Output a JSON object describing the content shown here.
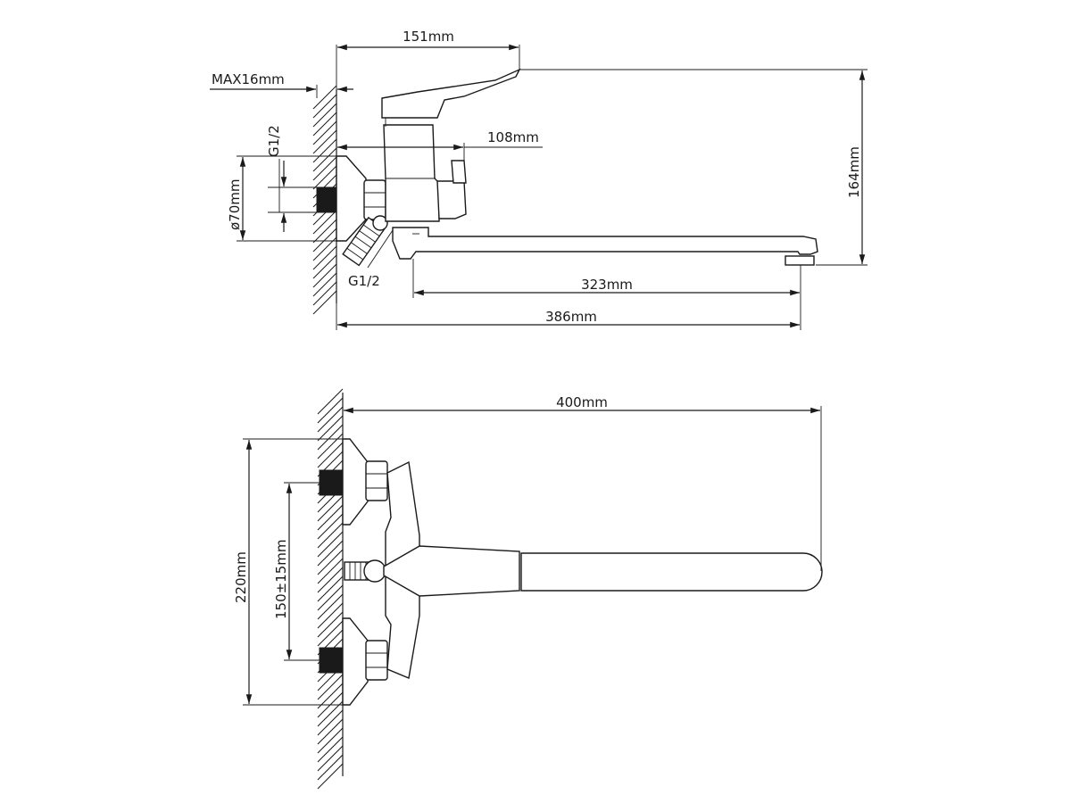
{
  "side_view": {
    "dim_width_top": "151mm",
    "dim_max_thickness": "MAX16mm",
    "dim_thread_inlet": "G1/2",
    "dim_flange_dia": "ø70mm",
    "dim_handle_reach": "108mm",
    "dim_height": "164mm",
    "dim_thread_hose": "G1/2",
    "dim_spout_reach": "323mm",
    "dim_total_reach": "386mm"
  },
  "top_view": {
    "dim_spout_length": "400mm",
    "dim_overall_height": "220mm",
    "dim_center_distance": "150±15mm"
  }
}
